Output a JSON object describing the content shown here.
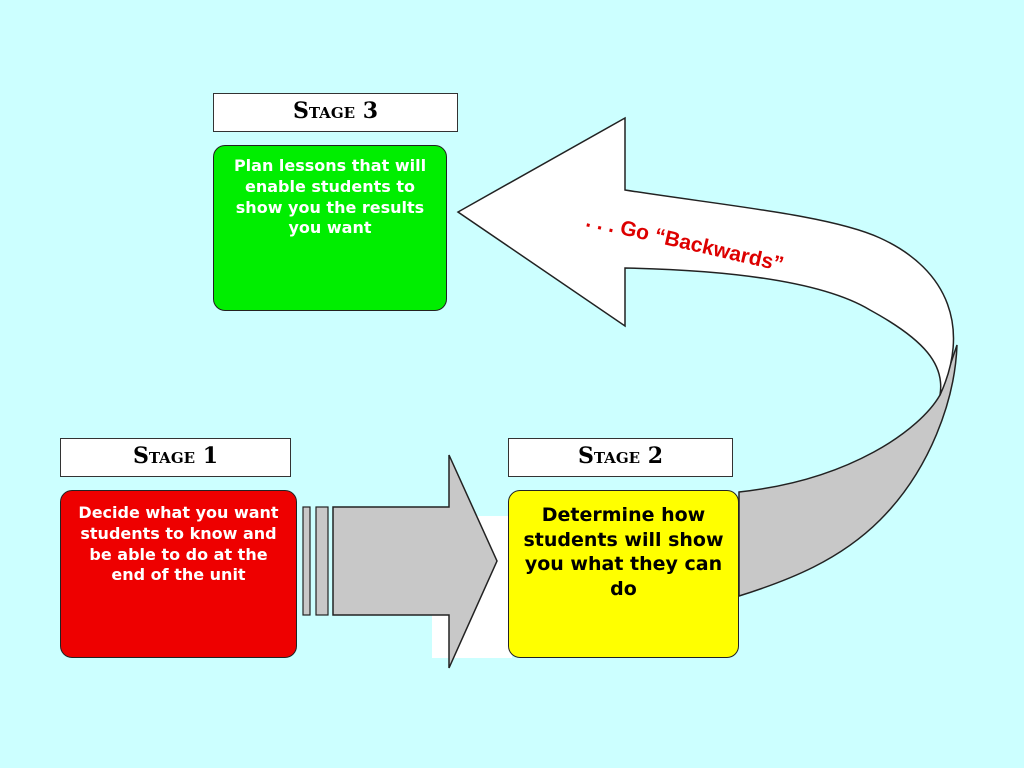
{
  "stages": {
    "stage3": {
      "label": "Stage 3",
      "text": "Plan lessons that will enable students to show you the results you want",
      "color": "#00ee00"
    },
    "stage1": {
      "label": "Stage 1",
      "text": "Decide what you want students to know and be able to do at the end of the unit",
      "color": "#ee0000"
    },
    "stage2": {
      "label": "Stage 2",
      "text": "Determine how students will show you what they can do",
      "color": "#ffff00"
    }
  },
  "arrow": {
    "caption": ". . . Go “Backwards”",
    "caption_color": "#dd0000"
  },
  "colors": {
    "background": "#ccffff",
    "arrow_fill": "#c8c8c8",
    "curved_arrow_face": "#ffffff"
  }
}
